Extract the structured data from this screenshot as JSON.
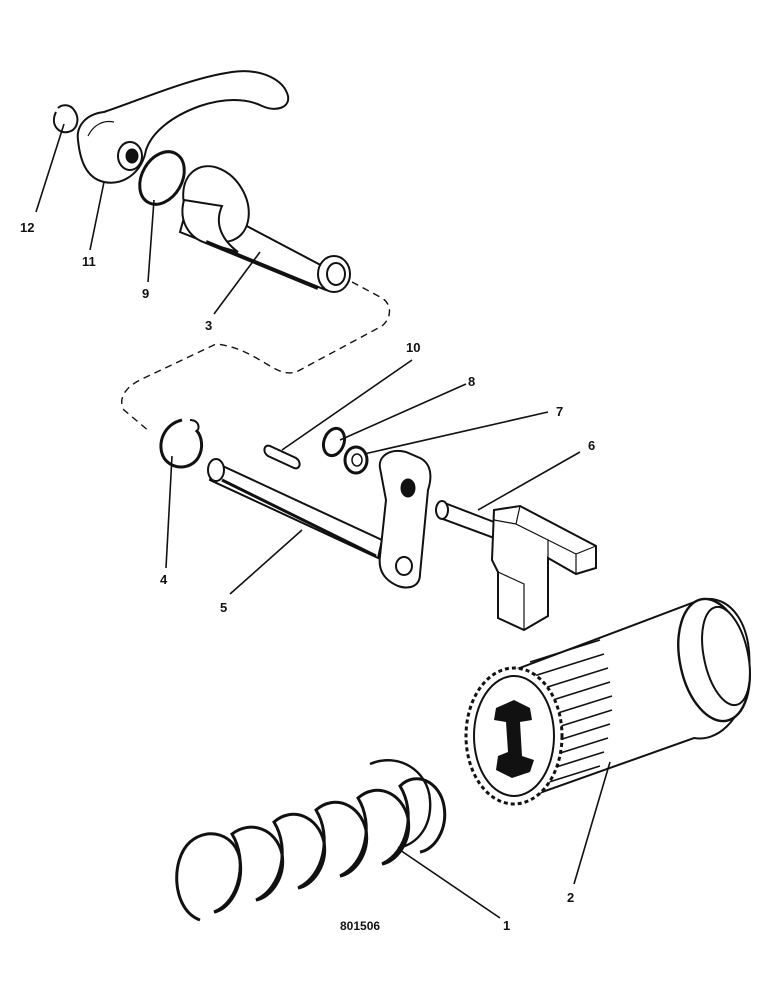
{
  "drawing_ref": "801506",
  "callouts": [
    {
      "id": "1",
      "text": "1"
    },
    {
      "id": "2",
      "text": "2"
    },
    {
      "id": "3",
      "text": "3"
    },
    {
      "id": "4",
      "text": "4"
    },
    {
      "id": "5",
      "text": "5"
    },
    {
      "id": "6",
      "text": "6"
    },
    {
      "id": "7",
      "text": "7"
    },
    {
      "id": "8",
      "text": "8"
    },
    {
      "id": "9",
      "text": "9"
    },
    {
      "id": "10",
      "text": "10"
    },
    {
      "id": "11",
      "text": "11"
    },
    {
      "id": "12",
      "text": "12"
    }
  ]
}
